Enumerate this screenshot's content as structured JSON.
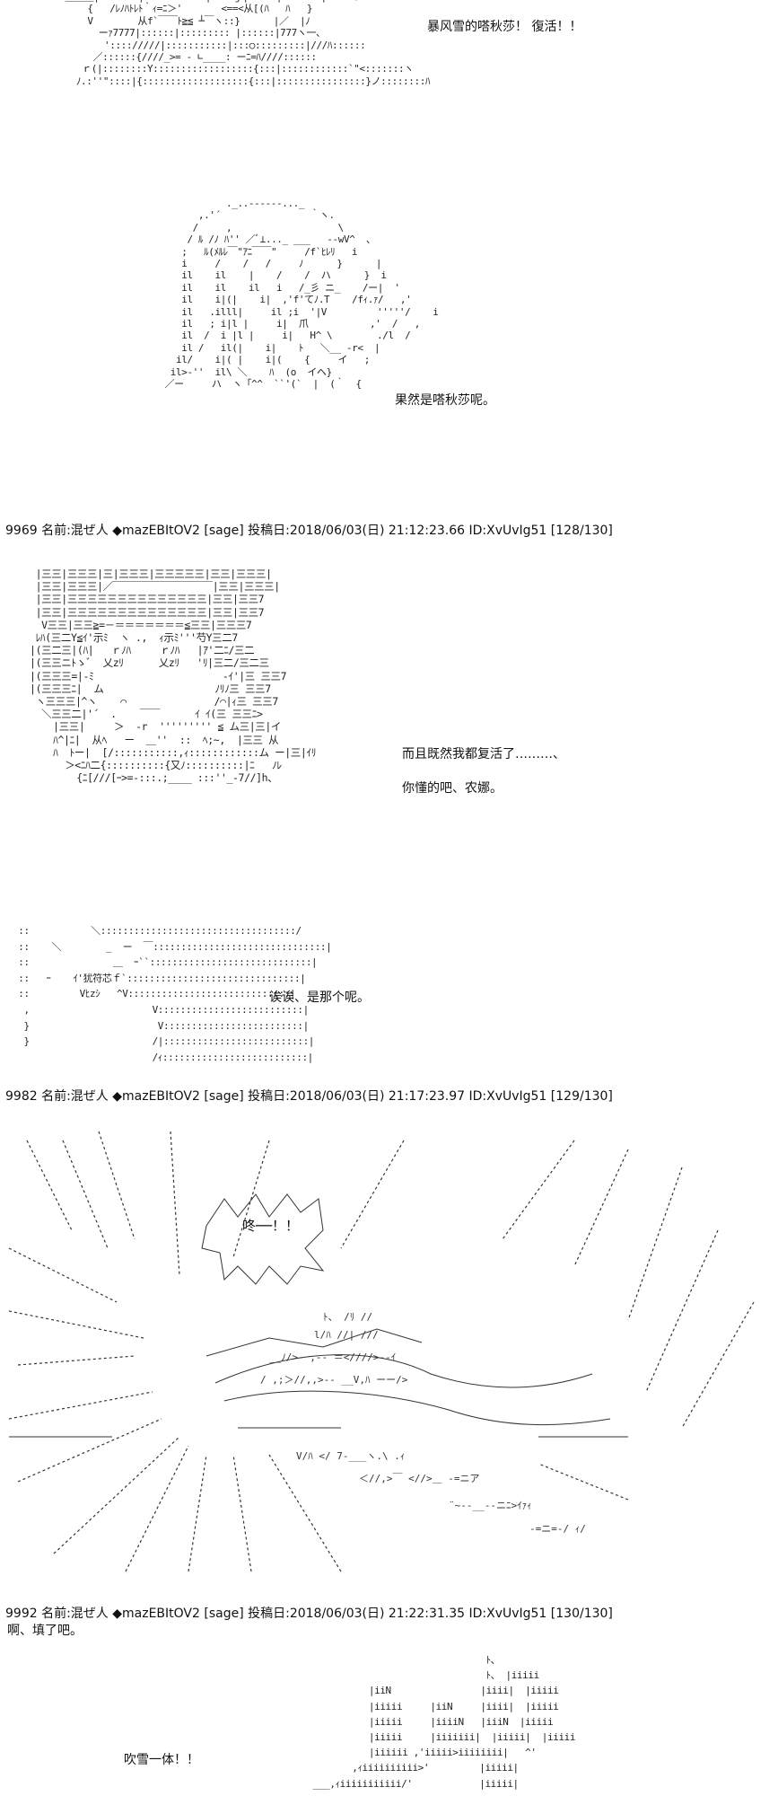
{
  "panels": [
    {
      "dialogue": [
        "暴风雪的嗒秋莎！ 復活！！"
      ],
      "art": "  ＿＿＿|.::::::|:::::::::: |::::ｊ|:::::|:::::. |::::Vﾄ\n      {   /ﾚﾉﾊﾄﾚﾄ｀ｨ=ﾆ＞'       <==<从[(ﾊ   ﾊ   }\n      V        从f`￣￣ﾄ≧≦ ┴￣ヽ::}      |／  |ﾉ\n        ーｧ7777|::::::|::::::::: |::::::|777ヽ一、\n         ':::://///|:::::::::::|:::○:::::::::|///ﾊ::::::\n       ／::::::{////_>= - ∟____: ーﾆ=ﾊ////::::::\n     ｒ(|::::::::Y::::::::::::::::::{:::|::::::::::::`\"<:::::::ヽ\n    ﾉ.:''\"::::|{:::::::::::::::::::{:::|::::::::::::::::}ノ::::::::ﾊ"
    },
    {
      "dialogue": [
        "果然是嗒秋莎呢。"
      ],
      "art": "                  ._..------..._\n             ,.'´                ｀ヽ.\n            /     ,                   \\\n           / ﾙ /ﾉ ﾊ'' ／ﾞ⊥..._ ___   --wV^  、\n          ;   ﾙ(ﾒﾙﾚ￣\"ｱﾆ￣￣\"     /f`ﾋﾚﾘ   i\n          i     /    /   /     ﾉ      }      |\n          il    il    |    /    /  ハ      }  i\n          il    il    il   i   /_彡 ニ_    /ー|  '\n          il    i|(|    i|  ,'f'てﾉ.T    /fｨ.ｧ/   ,'\n          il   .illl|     il ;i  '|V         '''''/    i\n          il   ; i|l |     i|  爪           ,'  /   ,\n          il  /  i |l |     i|   H^ \\        ./l  /\n          il /   il(|    i|    ﾄ   ＼__ -r<  |\n         il/    i|( |    i|(    {     イ   ;\n        il>-''  il\\ ＼    ﾊ  (o  イへ}\n       ／ー     ハ  ヽ「^^  ``'(`  |  (｀  {"
    },
    {
      "header": "9969 名前:混ぜ人 ◆mazEBItOV2 [sage] 投稿日:2018/06/03(日) 21:12:23.66 ID:XvUvIg51 [128/130]",
      "dialogue": [
        "而且既然我都复活了………、",
        "你懂的吧、农娜。"
      ],
      "art": "   |三三|三三三|三|三三三|三三三三三|三三|三三三|\n   |三三|三三三|／￣￣￣￣￣￣￣￣￣￣|三三|三三三|\n   |三三|三三三三三三三三三三三三三三|三三|三三7\n   |三三|三三三三三三三三三三三三三三|三三|三三7\n    V三三|三三≧=－＝＝＝＝＝＝＝≦三三|三三三7\n   ﾚﾊ(三二Y≦ｲ'示ﾐ  ヽ .,  ｨ示ﾐ'''芍Y三二7\n  |(三二三|(ﾊ|   ｒﾉﾊ     ｒﾉﾊ   |ｱ'二ﾆ/三二\n  |(三三ニﾄゝﾞ  乂zﾘ      乂zﾘ   'ﾘ|三二/三二三\n  |(三三三=|-ﾐ                      -ｲ'|三 三三7\n  |(三三三ﾆ|  ム                   ﾉﾘﾉ三 三三7\n   ヽ三三三|^ヽ    ⌒               /⌒|ｨ三 三三7\n    ＼三三二|'´  .    ￣￣      ｲ ｲ(三 三三ﾆ>\n      |三三|     ＞  -r  ''''''''' ≦ ム三|三|イ\n      ﾊ^|ﾆ|  从ﾍ   ー  ＿''  ::  ﾍ;~,  |三三 从\n      ﾊ  ﾄー|  [/:::::::::::,ｨ::::::::::::ム ー|三|ｲﾘ\n        ＞<ﾆﾊ二{::::::::::{又ﾉ::::::::::|ﾆ   ﾉﾚ\n          {ﾆ[///[ｰ>=-:::.;____ :::''_-7//]h、"
    },
    {
      "dialogue": [
        "诶诶、是那个呢。"
      ],
      "art": " ::           ＼:::::::::::::::::::::::::::::::::::/\n ::    ＼        _  ー  ￣:::::::::::::::::::::::::::::::|\n ::               ＿  ｰ``:::::::::::::::::::::::::::::|\n ::   ｰ    ｲ'犹符芯ｆ`:::::::::::::::::::::::::::::::|\n ::         Vﾋzｼ   ^V:::::::::::::::::::::::::::::|\n  ,                      V::::::::::::::::::::::::::|\n  }                       V:::::::::::::::::::::::::|\n  }                      /|::::::::::::::::::::::::::|\n                         /ｨ::::::::::::::::::::::::::|"
    },
    {
      "header": "9982 名前:混ぜ人 ◆mazEBItOV2 [sage] 投稿日:2018/06/03(日) 21:17:23.97 ID:XvUvIg51 [129/130]",
      "dialogue": [
        "咚──！！"
      ],
      "art": ""
    },
    {
      "header": "9992 名前:混ぜ人 ◆mazEBItOV2 [sage] 投稿日:2018/06/03(日) 21:22:31.35 ID:XvUvIg51 [130/130]",
      "dialogue": [
        "啊、填了吧。",
        "吹雪一体！！"
      ],
      "art": "                                  ﾄ、\n                                  ﾄ、 |iiiii\n             |iiN                |iiii|  |iiiii\n             |iiiii     |iiN     |iiii|  |iiiii\n             |iiiii     |iiiiN   |iiiN  |iiiii\n             |iiiii     |iiiiiii|  |iiiii|  |iiiii\n             |iiiiii ,'iiiii>iiiiiiii|   ^'\n          ,ｨiiiiiiiiii>'         |iiiii|\n   ___,ｨiiiiiiiiiii/'            |iiiii|"
    }
  ]
}
